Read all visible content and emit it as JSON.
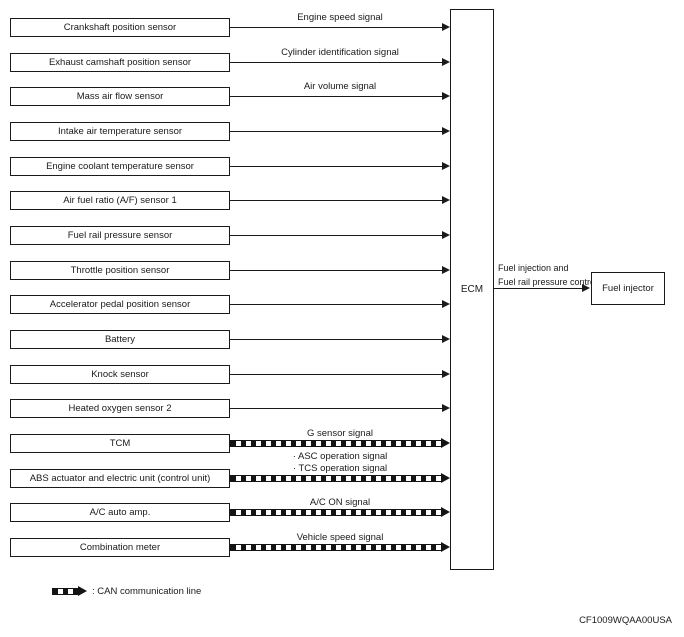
{
  "diagram": {
    "ecm": {
      "label": "ECM"
    },
    "output": {
      "control_label_line1": "Fuel injection and",
      "control_label_line2": "Fuel rail pressure control",
      "target": "Fuel injector"
    },
    "legend": {
      "symbol": "can-dashed-arrow-icon",
      "label": ": CAN communication line"
    },
    "figure_code": "CF1009WQAA00USA",
    "colors": {
      "line": "#1a1a1a",
      "background": "#ffffff"
    },
    "rows": [
      {
        "label": "Crankshaft position sensor",
        "signals": [
          "Engine speed signal"
        ],
        "can": false
      },
      {
        "label": "Exhaust camshaft position sensor",
        "signals": [
          "Cylinder identification signal"
        ],
        "can": false
      },
      {
        "label": "Mass air flow sensor",
        "signals": [
          "Air volume signal"
        ],
        "can": false
      },
      {
        "label": "Intake air temperature sensor",
        "signals": [],
        "can": false
      },
      {
        "label": "Engine coolant temperature sensor",
        "signals": [],
        "can": false
      },
      {
        "label": "Air fuel ratio (A/F) sensor 1",
        "signals": [],
        "can": false
      },
      {
        "label": "Fuel rail pressure sensor",
        "signals": [],
        "can": false
      },
      {
        "label": "Throttle position sensor",
        "signals": [],
        "can": false
      },
      {
        "label": "Accelerator pedal position sensor",
        "signals": [],
        "can": false
      },
      {
        "label": "Battery",
        "signals": [],
        "can": false
      },
      {
        "label": "Knock sensor",
        "signals": [],
        "can": false
      },
      {
        "label": "Heated oxygen sensor 2",
        "signals": [],
        "can": false
      },
      {
        "label": "TCM",
        "signals": [
          "G sensor signal"
        ],
        "can": true
      },
      {
        "label": "ABS actuator and electric unit (control unit)",
        "signals": [
          "· ASC operation signal",
          "· TCS operation signal"
        ],
        "can": true
      },
      {
        "label": "A/C auto amp.",
        "signals": [
          "A/C ON signal"
        ],
        "can": true
      },
      {
        "label": "Combination meter",
        "signals": [
          "Vehicle speed signal"
        ],
        "can": true
      }
    ]
  }
}
